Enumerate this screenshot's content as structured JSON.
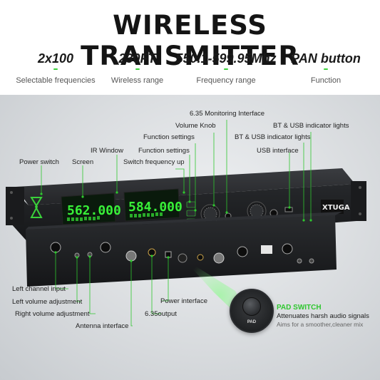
{
  "header": {
    "title": "WIRELESS TRANSMITTER",
    "specs": [
      {
        "value": "2x100",
        "label": "Selectable frequencies"
      },
      {
        "value": "230FT",
        "label": "Wireless range"
      },
      {
        "value": "550.1-599.95Mhz",
        "label": "Frequency range"
      },
      {
        "value": "PAN button",
        "label": "Function"
      }
    ]
  },
  "device": {
    "brand": "XTUGA",
    "display_left": "562.000",
    "display_right": "584.000"
  },
  "callouts": {
    "monitoring": "6.35 Monitoring Interface",
    "volume_knob": "Volume Knob",
    "function_settings_1": "Function settings",
    "function_settings_2": "Function settings",
    "ir_window": "IR Window",
    "power_switch": "Power switch",
    "screen": "Screen",
    "switch_freq": "Switch frequency up",
    "bt_usb_1": "BT & USB indicator lights",
    "bt_usb_2": "BT & USB indicator lights",
    "usb_interface": "USB interface",
    "left_input": "Left channel input",
    "left_volume": "Left volume adjustment",
    "right_volume": "Right volume adjustment",
    "antenna": "Antenna interface",
    "power_interface": "Power interface",
    "output": "6.35output"
  },
  "pad": {
    "label": "PAD",
    "title": "PAD SWITCH",
    "desc1": "Attenuates harsh audio signals",
    "desc2": "Aims for a smoother,cleaner mix"
  },
  "colors": {
    "accent_green": "#2fc72f",
    "lcd_green": "#38f038",
    "device_body": "#1c1d1f"
  }
}
